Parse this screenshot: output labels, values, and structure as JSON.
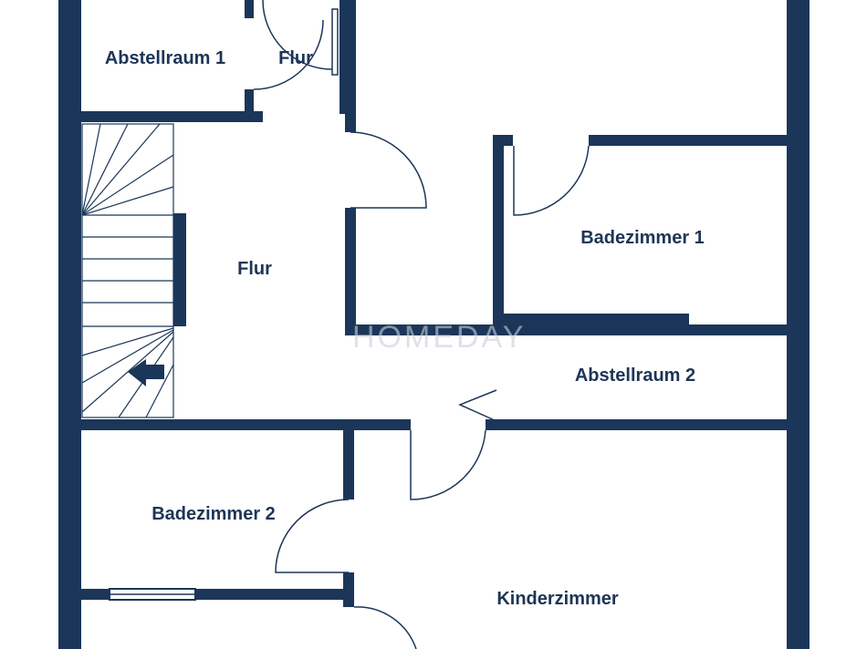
{
  "colors": {
    "wall": "#1b3658",
    "floor": "#ffffff",
    "line": "#1b3658",
    "watermark": "#c9d0da"
  },
  "watermark": "HOMEDAY",
  "rooms": {
    "abstellraum_1": "Abstellraum 1",
    "flur_top": "Flur",
    "flur_main": "Flur",
    "badezimmer_1": "Badezimmer 1",
    "abstellraum_2": "Abstellraum 2",
    "badezimmer_2": "Badezimmer 2",
    "kinderzimmer": "Kinderzimmer"
  }
}
